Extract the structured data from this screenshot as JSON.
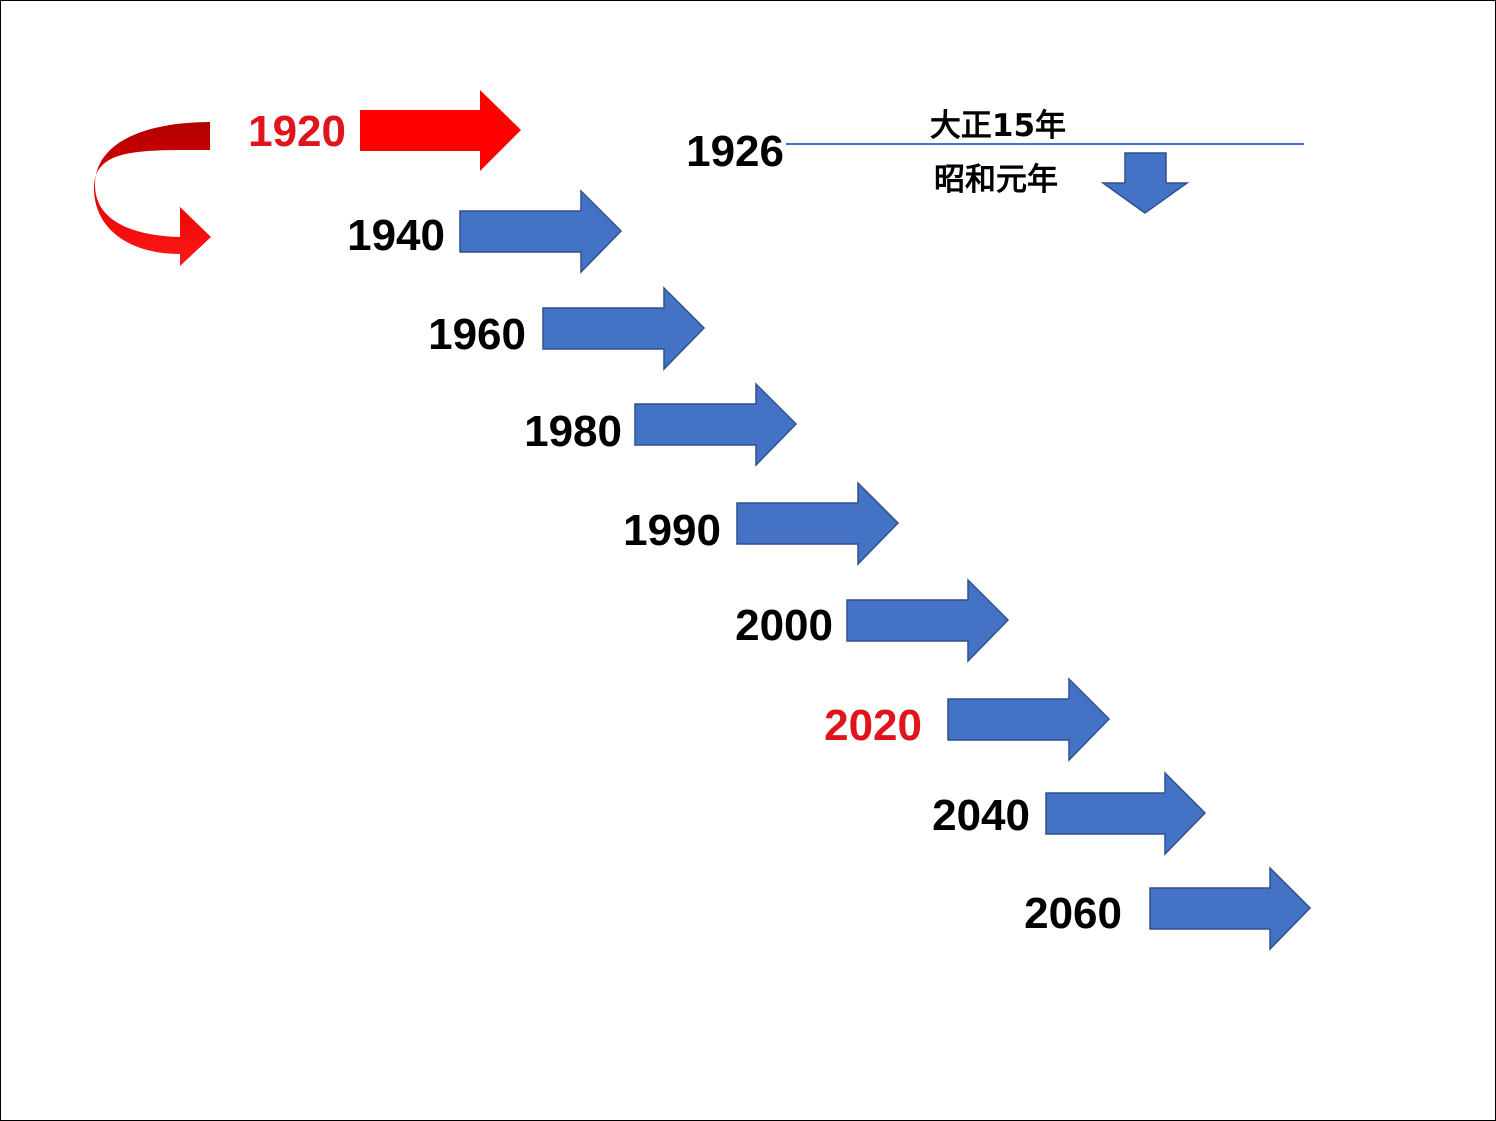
{
  "timeline": {
    "items": [
      {
        "year": "1920",
        "highlight": true
      },
      {
        "year": "1940",
        "highlight": false
      },
      {
        "year": "1960",
        "highlight": false
      },
      {
        "year": "1980",
        "highlight": false
      },
      {
        "year": "1990",
        "highlight": false
      },
      {
        "year": "2000",
        "highlight": false
      },
      {
        "year": "2020",
        "highlight": true
      },
      {
        "year": "2040",
        "highlight": false
      },
      {
        "year": "2060",
        "highlight": false
      }
    ]
  },
  "era_change": {
    "year": "1926",
    "before": "大正15年",
    "after": "昭和元年"
  },
  "colors": {
    "arrow_fill": "#4472c4",
    "arrow_stroke": "#2f528f",
    "highlight_red": "#ff0000",
    "highlight_text_red": "#e0141b",
    "text": "#000000",
    "divider": "#4472c4"
  },
  "icons": {
    "loop": "curved-return-arrow-icon",
    "down": "down-arrow-icon"
  }
}
